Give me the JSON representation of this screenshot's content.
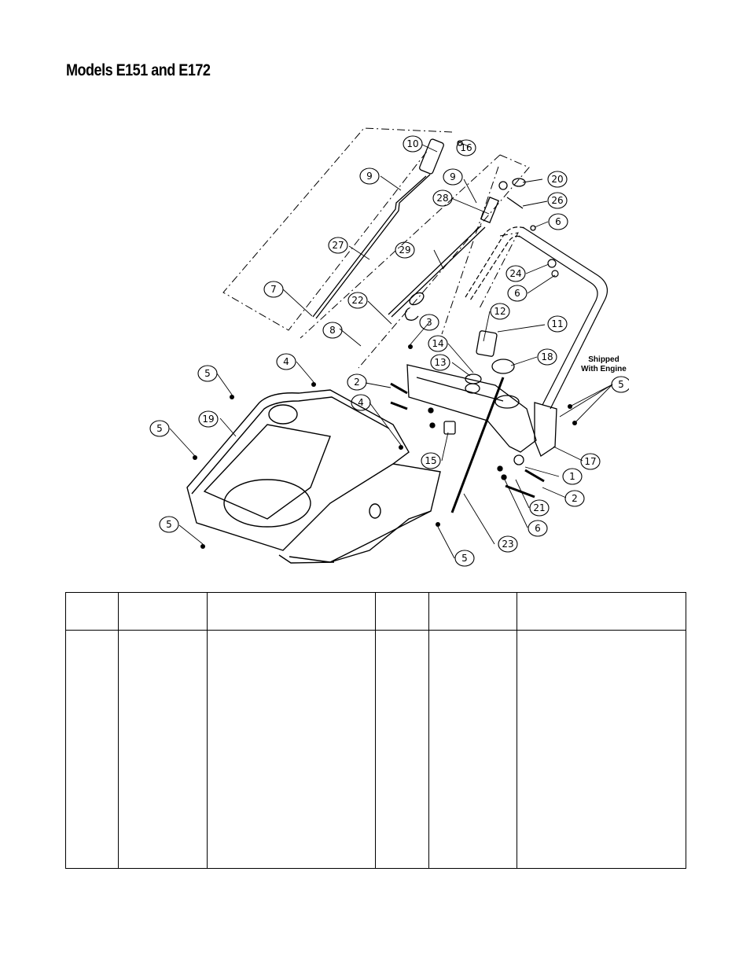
{
  "page": {
    "title": "Models E151 and E172"
  },
  "diagram": {
    "note": [
      "Shipped",
      "With Engine"
    ],
    "callouts": [
      "10",
      "16",
      "9",
      "9",
      "28",
      "20",
      "26",
      "6",
      "27",
      "29",
      "24",
      "6",
      "7",
      "22",
      "3",
      "12",
      "11",
      "8",
      "14",
      "13",
      "18",
      "5",
      "4",
      "5",
      "2",
      "4",
      "17",
      "19",
      "5",
      "15",
      "1",
      "2",
      "21",
      "6",
      "5",
      "23",
      "5"
    ]
  },
  "table": {
    "headers": [
      "",
      "",
      "",
      "",
      "",
      ""
    ],
    "rows": [
      [
        "",
        "",
        "",
        "",
        "",
        ""
      ]
    ]
  }
}
